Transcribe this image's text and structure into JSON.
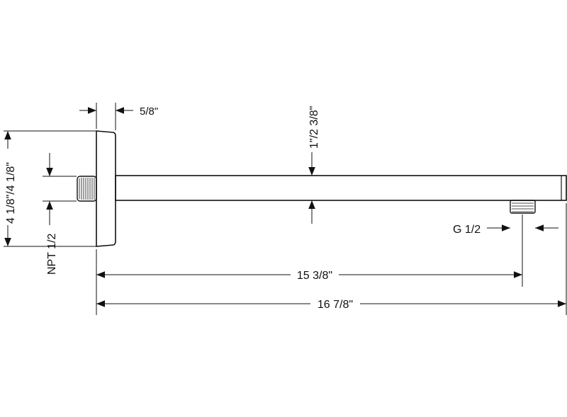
{
  "diagram": {
    "dimensions": {
      "plate_thickness": "5/8\"",
      "arm_height": "1\"/2 3/8\"",
      "plate_size": "4 1/8\"/4 1/8\"",
      "inlet_thread": "NPT 1/2",
      "outlet_thread": "G 1/2",
      "arm_length_to_outlet": "15 3/8\"",
      "overall_length": "16 7/8\""
    }
  }
}
